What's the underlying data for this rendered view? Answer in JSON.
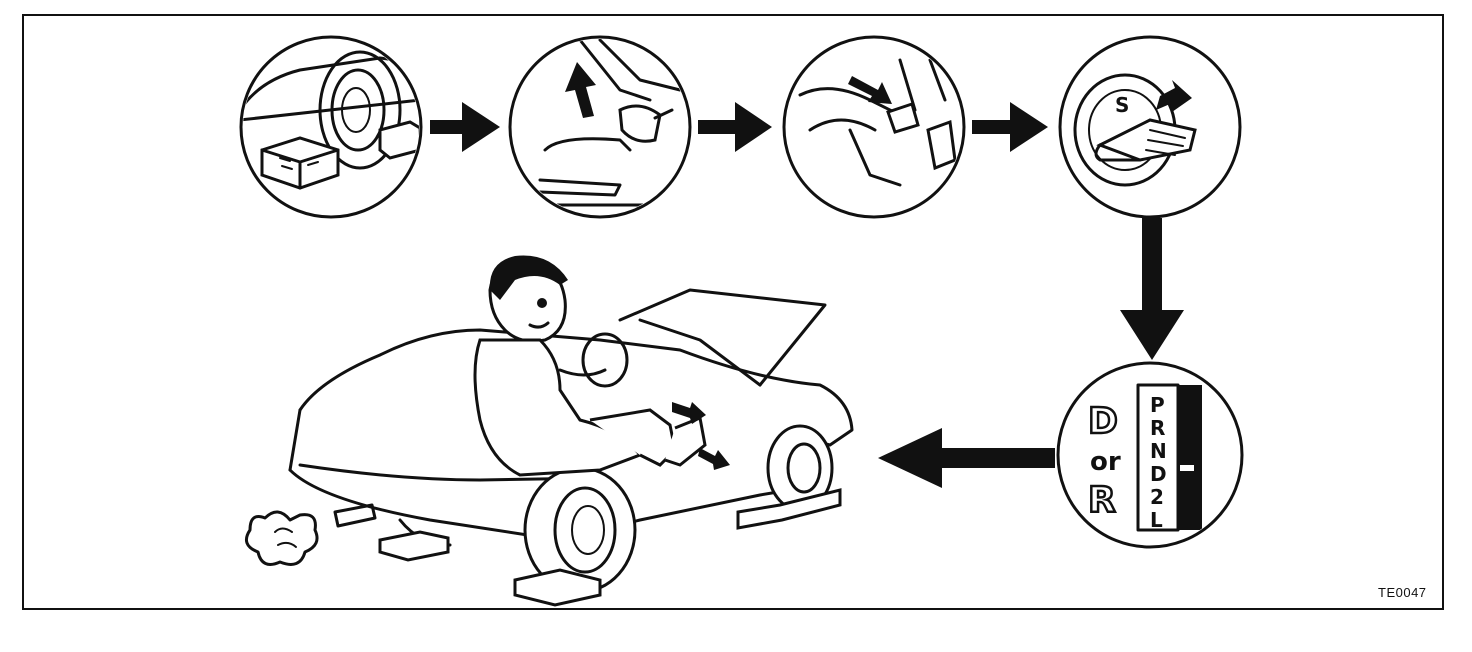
{
  "figure_id": "TE0047",
  "steps": [
    {
      "id": 1,
      "icon": "wheel-chock-icon"
    },
    {
      "id": 2,
      "icon": "parking-brake-lever-icon"
    },
    {
      "id": 3,
      "icon": "brake-pedal-icon"
    },
    {
      "id": 4,
      "icon": "ignition-key-icon"
    },
    {
      "id": 5,
      "icon": "gear-selector-icon"
    }
  ],
  "gear_selector": {
    "positions": [
      "P",
      "R",
      "N",
      "D",
      "2",
      "L"
    ],
    "choice_a": "D",
    "connector": "or",
    "choice_b": "R"
  },
  "key_cylinder_label": "S"
}
